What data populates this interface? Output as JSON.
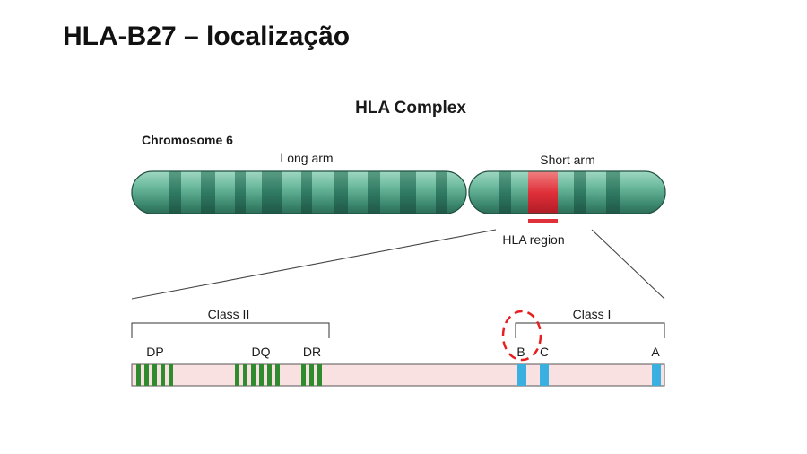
{
  "slide": {
    "title": "HLA-B27 – localização"
  },
  "diagram": {
    "heading": "HLA Complex",
    "chromosome_label": "Chromosome 6",
    "long_arm_label": "Long arm",
    "short_arm_label": "Short arm",
    "region_label": "HLA region",
    "class_ii_label": "Class II",
    "class_i_label": "Class I",
    "genes": [
      {
        "label": "DP",
        "class": "II"
      },
      {
        "label": "DQ",
        "class": "II"
      },
      {
        "label": "DR",
        "class": "II"
      },
      {
        "label": "B",
        "class": "I",
        "highlighted": true
      },
      {
        "label": "C",
        "class": "I"
      },
      {
        "label": "A",
        "class": "I"
      }
    ],
    "colors": {
      "chromosome": "#5fae93",
      "chromosome_band": "#2f7a63",
      "hla_region": "#e0303a",
      "class_ii_gene": "#2e8b2e",
      "class_i_gene": "#3ab0e0",
      "gene_bar": "#f9e1e1",
      "highlight_circle": "#e52020"
    }
  }
}
